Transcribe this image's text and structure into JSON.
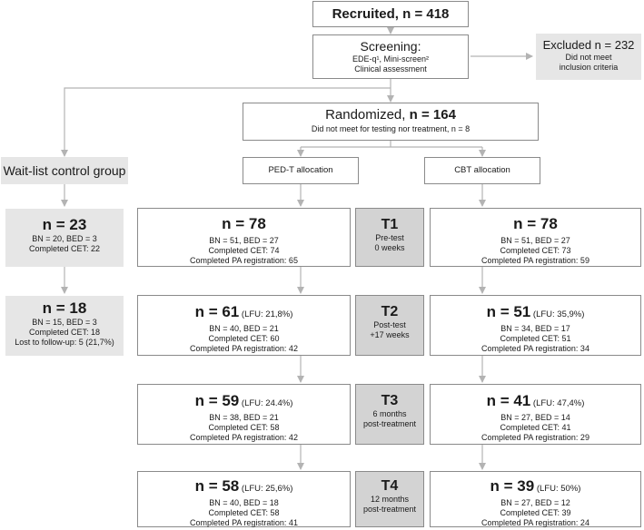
{
  "recruited": {
    "label": "Recruited, n = 418"
  },
  "screening": {
    "title": "Screening:",
    "line1": "EDE-q¹, Mini-screen²",
    "line2": "Clinical assessment"
  },
  "excluded": {
    "title": "Excluded n = 232",
    "line1": "Did not meet",
    "line2": "inclusion criteria"
  },
  "randomized": {
    "label": "Randomized, ",
    "n": "n = 164",
    "sub": "Did not meet for testing nor treatment, n = 8"
  },
  "waitlist": {
    "label": "Wait-list control group"
  },
  "pedt_alloc": {
    "label": "PED-T allocation"
  },
  "cbt_alloc": {
    "label": "CBT allocation"
  },
  "waitlist_boxes": [
    {
      "n": "n = 23",
      "lines": [
        "BN = 20, BED = 3",
        "Completed CET: 22"
      ]
    },
    {
      "n": "n = 18",
      "lines": [
        "BN = 15, BED = 3",
        "Completed CET: 18",
        "Lost to follow-up:  5 (21,7%)"
      ]
    }
  ],
  "timepoints": [
    {
      "id": "T1",
      "line1": "Pre-test",
      "line2": "0 weeks"
    },
    {
      "id": "T2",
      "line1": "Post-test",
      "line2": "+17 weeks"
    },
    {
      "id": "T3",
      "line1": "6 months",
      "line2": "post-treatment"
    },
    {
      "id": "T4",
      "line1": "12 months",
      "line2": "post-treatment"
    }
  ],
  "pedt": [
    {
      "n": "n = 78",
      "lfu": "",
      "bn": "BN = 51, BED = 27",
      "cet": "Completed CET: 74",
      "pa": "Completed PA registration: 65"
    },
    {
      "n": "n = 61",
      "lfu": " (LFU: 21,8%)",
      "bn": "BN = 40, BED = 21",
      "cet": "Completed CET: 60",
      "pa": "Completed PA registration: 42"
    },
    {
      "n": "n = 59",
      "lfu": " (LFU: 24.4%)",
      "bn": "BN = 38, BED = 21",
      "cet": "Completed CET: 58",
      "pa": "Completed PA registration: 42"
    },
    {
      "n": "n = 58",
      "lfu": " (LFU: 25,6%)",
      "bn": "BN = 40, BED = 18",
      "cet": "Completed CET: 58",
      "pa": "Completed PA registration: 41"
    }
  ],
  "cbt": [
    {
      "n": "n = 78",
      "lfu": "",
      "bn": "BN = 51, BED = 27",
      "cet": "Completed CET: 73",
      "pa": "Completed PA registration: 59"
    },
    {
      "n": "n = 51",
      "lfu": " (LFU: 35,9%)",
      "bn": "BN = 34, BED = 17",
      "cet": "Completed CET: 51",
      "pa": "Completed PA registration: 34"
    },
    {
      "n": "n = 41",
      "lfu": " (LFU: 47,4%)",
      "bn": "BN = 27, BED = 14",
      "cet": "Completed CET: 41",
      "pa": "Completed PA registration: 29"
    },
    {
      "n": "n = 39",
      "lfu": " (LFU: 50%)",
      "bn": "BN = 27, BED = 12",
      "cet": "Completed CET: 39",
      "pa": "Completed PA registration: 24"
    }
  ],
  "colors": {
    "line": "#b3b3b3",
    "border": "#8a8a8a",
    "light_fill": "#e6e6e6",
    "dark_fill": "#d3d3d3"
  }
}
